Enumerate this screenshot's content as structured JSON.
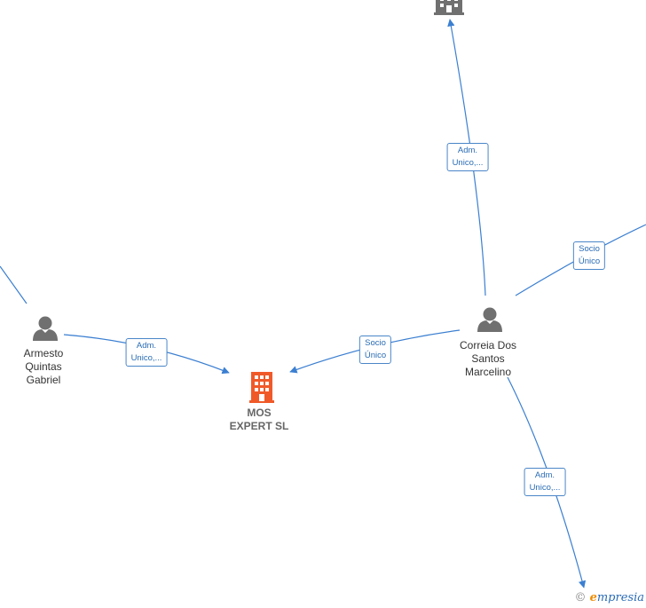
{
  "nodes": {
    "armesto": {
      "lines": [
        "Armesto",
        "Quintas",
        "Gabriel"
      ],
      "icon": "person-icon"
    },
    "correia": {
      "lines": [
        "Correia Dos",
        "Santos",
        "Marcelino"
      ],
      "icon": "person-icon"
    },
    "mos": {
      "lines": [
        "MOS",
        "EXPERT SL"
      ],
      "icon": "building-icon",
      "color": "#f05a28"
    },
    "top_company": {
      "icon": "building-icon",
      "color": "#707070"
    }
  },
  "edges": {
    "armesto_mos": {
      "lines": [
        "Adm.",
        "Unico,..."
      ]
    },
    "correia_mos": {
      "lines": [
        "Socio",
        "Único"
      ]
    },
    "correia_top": {
      "lines": [
        "Adm.",
        "Unico,..."
      ]
    },
    "correia_right": {
      "lines": [
        "Socio",
        "Único"
      ]
    },
    "correia_bottom": {
      "lines": [
        "Adm.",
        "Unico,..."
      ]
    }
  },
  "colors": {
    "edge": "#3b7fd1",
    "person": "#707070",
    "label_border": "#4a86c8"
  },
  "footer": {
    "copyright": "©",
    "brand_initial": "e",
    "brand_rest": "mpresia"
  }
}
